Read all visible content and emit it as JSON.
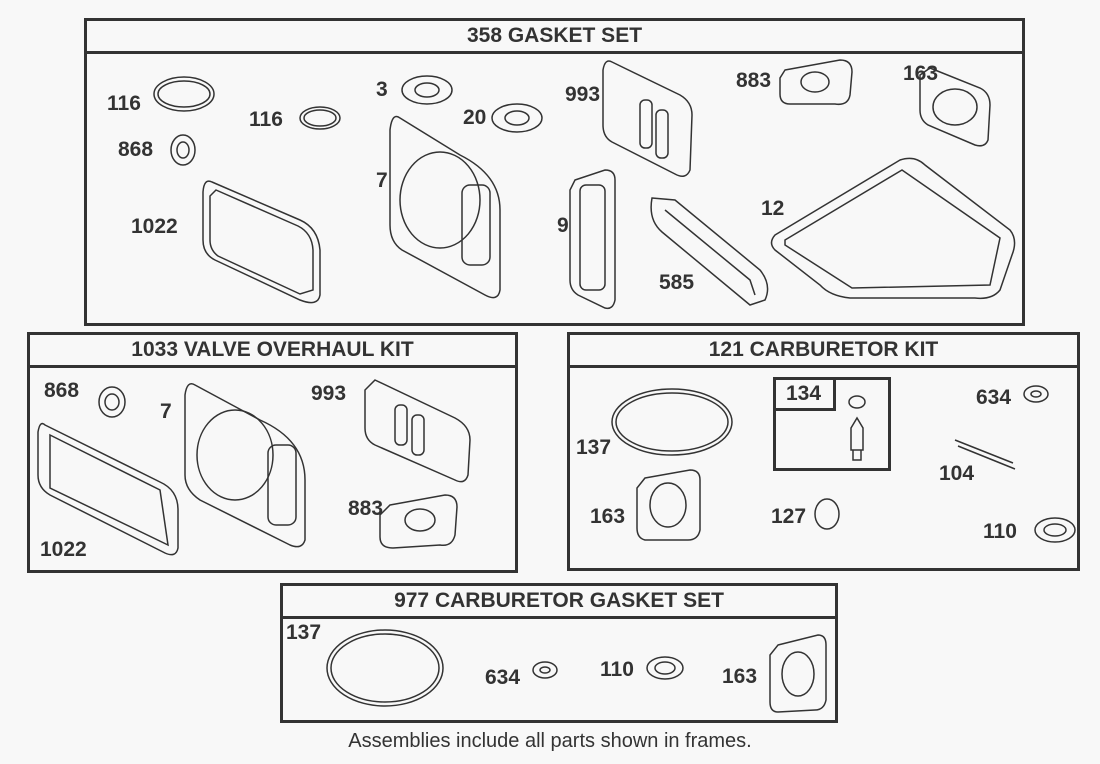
{
  "frames": [
    {
      "title": "358 GASKET SET",
      "labels": [
        "116",
        "116",
        "868",
        "1022",
        "3",
        "20",
        "7",
        "993",
        "9",
        "585",
        "883",
        "163",
        "12"
      ]
    },
    {
      "title": "1033 VALVE OVERHAUL KIT",
      "labels": [
        "868",
        "7",
        "993",
        "883",
        "1022"
      ]
    },
    {
      "title": "121 CARBURETOR KIT",
      "labels": [
        "137",
        "163",
        "127",
        "634",
        "104",
        "110"
      ],
      "sub_label": "134"
    },
    {
      "title": "977 CARBURETOR  GASKET SET",
      "labels": [
        "137",
        "634",
        "110",
        "163"
      ]
    }
  ],
  "footer": "Assemblies include all parts shown in frames."
}
